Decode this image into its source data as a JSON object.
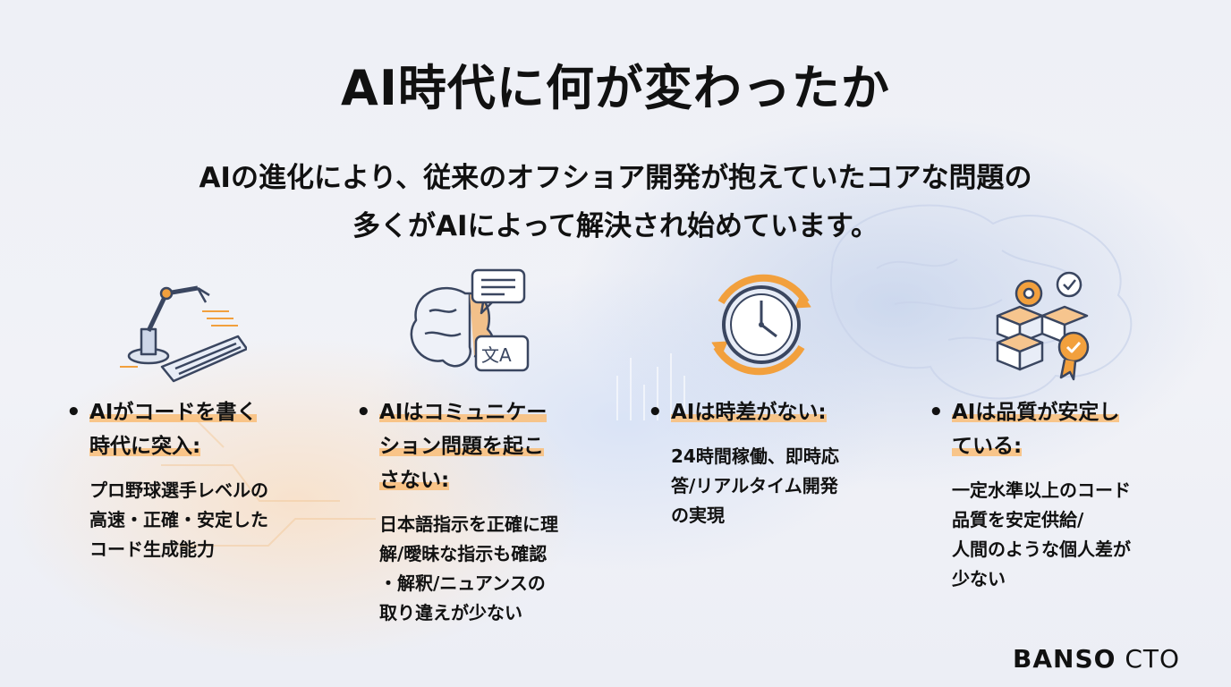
{
  "slide": {
    "title": "AI時代に何が変わったか",
    "lead_line1": "AIの進化により、従来のオフショア開発が抱えていたコアな問題の",
    "lead_line2": "多くがAIによって解決され始めています。"
  },
  "columns": [
    {
      "icon": "robot-arm-keyboard-icon",
      "heading_line1": "AIがコードを書く",
      "heading_line2": "時代に突入:",
      "heading_line3": "",
      "body_lines": [
        "プロ野球選手レベルの",
        "高速・正確・安定した",
        "コード生成能力"
      ]
    },
    {
      "icon": "brain-translate-chat-icon",
      "heading_line1": "AIはコミュニケー",
      "heading_line2": "ション問題を起こ",
      "heading_line3": "さない:",
      "body_lines": [
        "日本語指示を正確に理",
        "解/曖昧な指示も確認",
        "・解釈/ニュアンスの",
        "取り違えが少ない"
      ]
    },
    {
      "icon": "clock-cycle-icon",
      "heading_line1": "AIは時差がない:",
      "heading_line2": "",
      "heading_line3": "",
      "body_lines": [
        "24時間稼働、即時応",
        "答/リアルタイム開発",
        "の実現"
      ]
    },
    {
      "icon": "quality-blocks-badge-icon",
      "heading_line1": "AIは品質が安定し",
      "heading_line2": "ている:",
      "heading_line3": "",
      "body_lines": [
        "一定水準以上のコード",
        "品質を安定供給/",
        "人間のような個人差が",
        "少ない"
      ]
    }
  ],
  "bullet_char": "•",
  "logo": {
    "part1": "BANSO",
    "part2": "CTO"
  },
  "colors": {
    "accent_highlight": "#FABE78",
    "text": "#111111",
    "icon_orange": "#F2A03D",
    "icon_stroke": "#3A4660"
  }
}
